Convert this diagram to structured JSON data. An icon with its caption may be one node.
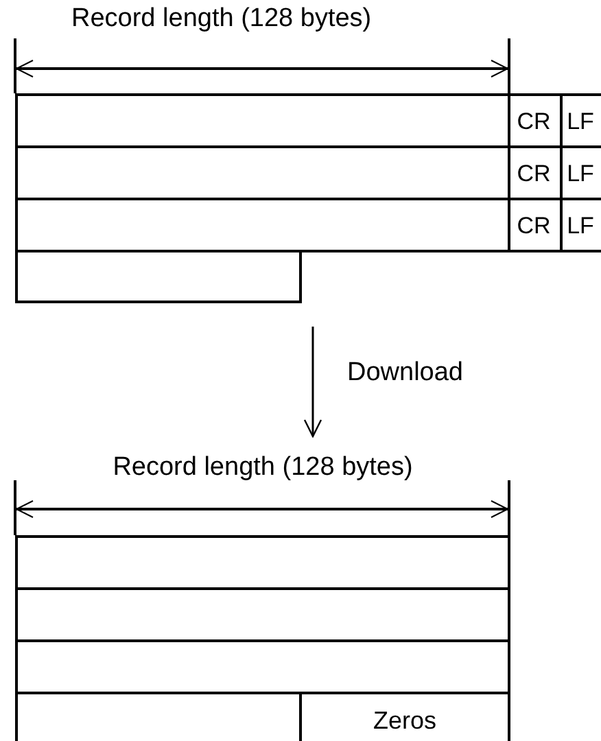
{
  "diagram": {
    "nodes": [
      {
        "text": [],
        "shape": "box"
      },
      {
        "text": [
          "CR"
        ]
      },
      {
        "text": [
          "LF"
        ]
      },
      {
        "text": [],
        "shape": "box"
      },
      {
        "text": [
          "CR"
        ]
      },
      {
        "text": [
          "LF"
        ]
      },
      {
        "text": [],
        "shape": "box"
      },
      {
        "text": [
          "CR"
        ]
      },
      {
        "text": [
          "LF"
        ]
      },
      {
        "text": [],
        "shape": "box"
      },
      {
        "text": [
          "Record length (128 bytes)"
        ]
      },
      {
        "text": [],
        "shape": "box"
      },
      {
        "text": [],
        "shape": "box"
      },
      {
        "text": [],
        "shape": "box"
      },
      {
        "text": [],
        "shape": "box"
      },
      {
        "text": [
          "Zeros"
        ]
      }
    ],
    "edges": [
      {
        "from": null,
        "to": 10,
        "arrow": "to",
        "label": "Download"
      }
    ],
    "labels": [
      "Record length (128 bytes)"
    ]
  }
}
